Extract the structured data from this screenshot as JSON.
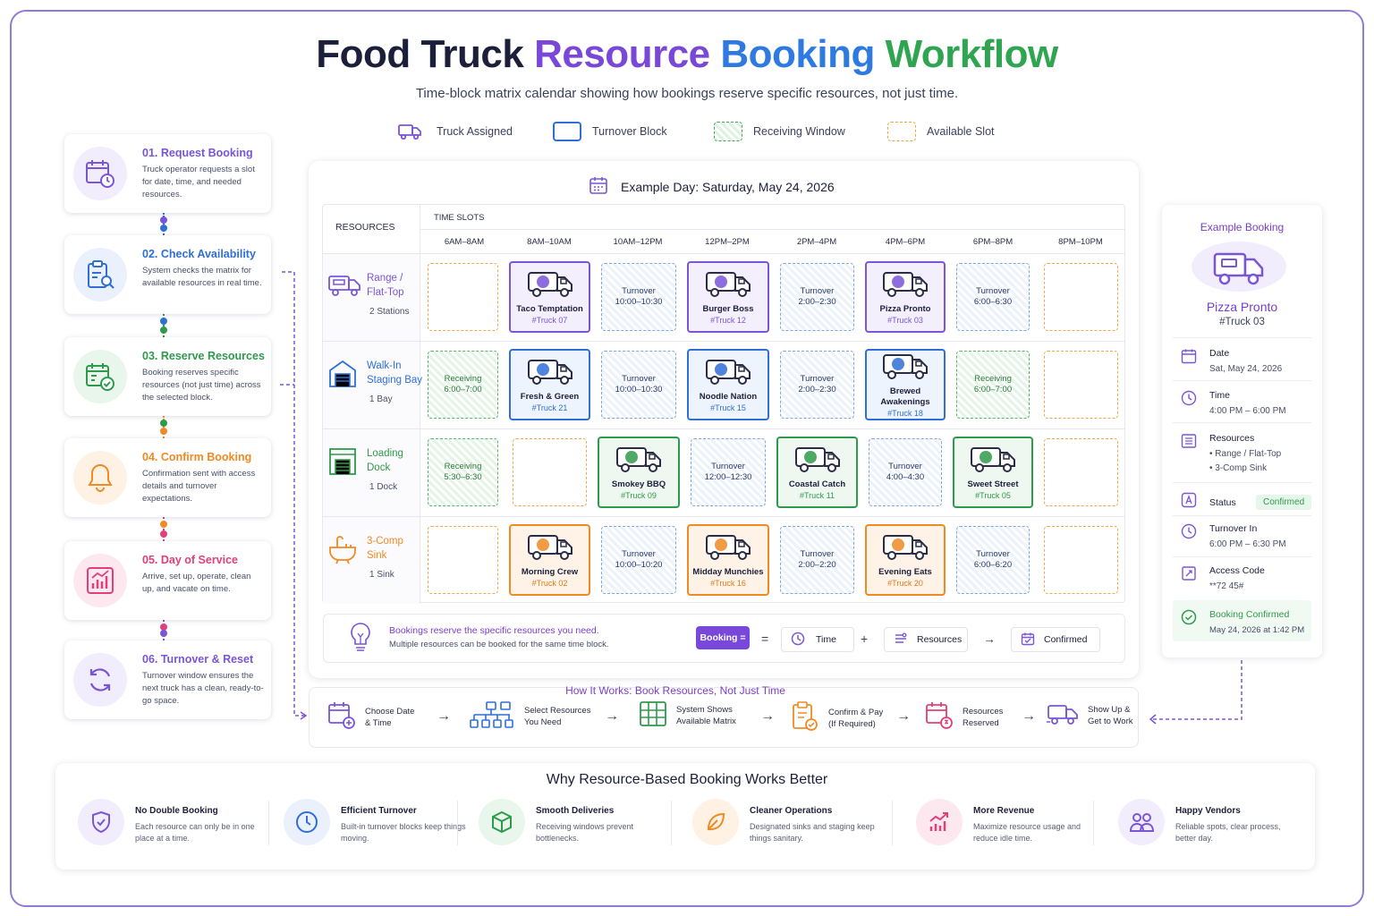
{
  "title": {
    "part1": "Food Truck ",
    "part2": "Resource ",
    "part3": "Booking ",
    "part4": "Workflow"
  },
  "subtitle": "Time-block matrix calendar showing how bookings reserve specific resources, not just time.",
  "colors": {
    "purple": "#7a55d8",
    "blue": "#2f6fd6",
    "green": "#2f9a4c",
    "orange": "#f08a24",
    "pink": "#e0407a"
  },
  "legend": {
    "truck": "Truck Assigned",
    "turnover": "Turnover Block",
    "receiving": "Receiving Window",
    "available": "Available Slot"
  },
  "steps": [
    {
      "title": "01. Request Booking",
      "desc": "Truck operator requests a slot for date, time, and needed resources.",
      "icon": "calendar-clock-icon"
    },
    {
      "title": "02. Check Availability",
      "desc": "System checks the matrix for available resources in real time.",
      "icon": "clipboard-search-icon"
    },
    {
      "title": "03. Reserve Resources",
      "desc": "Booking reserves specific resources (not just time) across the selected block.",
      "icon": "calendar-check-icon"
    },
    {
      "title": "04. Confirm Booking",
      "desc": "Confirmation sent with access details and turnover expectations.",
      "icon": "bell-icon"
    },
    {
      "title": "05. Day of Service",
      "desc": "Arrive, set up, operate, clean up, and vacate on time.",
      "icon": "chart-icon"
    },
    {
      "title": "06. Turnover & Reset",
      "desc": "Turnover window ensures the next truck has a clean, ready-to-go space.",
      "icon": "refresh-icon"
    }
  ],
  "example_day": "Example Day: Saturday, May 24, 2026",
  "matrix": {
    "resources_header": "RESOURCES",
    "slots_header": "TIME SLOTS",
    "slots": [
      "6AM–8AM",
      "8AM–10AM",
      "10AM–12PM",
      "12PM–2PM",
      "2PM–4PM",
      "4PM–6PM",
      "6PM–8PM",
      "8PM–10PM"
    ],
    "rows": [
      {
        "name": "Range /\nFlat-Top",
        "count": "2 Stations"
      },
      {
        "name": "Walk-In\nStaging Bay",
        "count": "1 Bay"
      },
      {
        "name": "Loading\nDock",
        "count": "1 Dock"
      },
      {
        "name": "3-Comp\nSink",
        "count": "1 Sink"
      }
    ],
    "cells": [
      [
        {
          "type": "avail"
        },
        {
          "type": "truck",
          "name": "Taco Temptation",
          "id": "#Truck 07",
          "color": "purple"
        },
        {
          "type": "turn",
          "label": "Turnover",
          "time": "10:00–10:30"
        },
        {
          "type": "truck",
          "name": "Burger Boss",
          "id": "#Truck 12",
          "color": "purple"
        },
        {
          "type": "turn",
          "label": "Turnover",
          "time": "2:00–2:30"
        },
        {
          "type": "truck",
          "name": "Pizza Pronto",
          "id": "#Truck 03",
          "color": "purple"
        },
        {
          "type": "turn",
          "label": "Turnover",
          "time": "6:00–6:30"
        },
        {
          "type": "avail"
        }
      ],
      [
        {
          "type": "recv",
          "label": "Receiving",
          "time": "6:00–7:00"
        },
        {
          "type": "truck",
          "name": "Fresh & Green",
          "id": "#Truck 21",
          "color": "blue"
        },
        {
          "type": "turn",
          "label": "Turnover",
          "time": "10:00–10:30"
        },
        {
          "type": "truck",
          "name": "Noodle Nation",
          "id": "#Truck 15",
          "color": "blue"
        },
        {
          "type": "turn",
          "label": "Turnover",
          "time": "2:00–2:30"
        },
        {
          "type": "truck",
          "name": "Brewed Awakenings",
          "id": "#Truck 18",
          "color": "blue"
        },
        {
          "type": "recv",
          "label": "Receiving",
          "time": "6:00–7:00"
        },
        {
          "type": "avail"
        }
      ],
      [
        {
          "type": "recv",
          "label": "Receiving",
          "time": "5:30–6:30"
        },
        {
          "type": "avail"
        },
        {
          "type": "truck",
          "name": "Smokey BBQ",
          "id": "#Truck 09",
          "color": "green"
        },
        {
          "type": "turn",
          "label": "Turnover",
          "time": "12:00–12:30"
        },
        {
          "type": "truck",
          "name": "Coastal Catch",
          "id": "#Truck 11",
          "color": "green"
        },
        {
          "type": "turn",
          "label": "Turnover",
          "time": "4:00–4:30"
        },
        {
          "type": "truck",
          "name": "Sweet Street",
          "id": "#Truck 05",
          "color": "green"
        },
        {
          "type": "avail"
        }
      ],
      [
        {
          "type": "avail"
        },
        {
          "type": "truck",
          "name": "Morning Crew",
          "id": "#Truck 02",
          "color": "orange"
        },
        {
          "type": "turn",
          "label": "Turnover",
          "time": "10:00–10:20"
        },
        {
          "type": "truck",
          "name": "Midday Munchies",
          "id": "#Truck 16",
          "color": "orange"
        },
        {
          "type": "turn",
          "label": "Turnover",
          "time": "2:00–2:20"
        },
        {
          "type": "truck",
          "name": "Evening Eats",
          "id": "#Truck 20",
          "color": "orange"
        },
        {
          "type": "turn",
          "label": "Turnover",
          "time": "6:00–6:20"
        },
        {
          "type": "avail"
        }
      ]
    ]
  },
  "formula": {
    "line1": "Bookings reserve the specific resources you need.",
    "line2": "Multiple resources can be booked for the same time block.",
    "booking": "Booking =",
    "eq": "=",
    "time": "Time",
    "plus": "+",
    "resources": "Resources",
    "arrow": "→",
    "confirmed": "Confirmed"
  },
  "example_booking": {
    "heading": "Example Booking",
    "truck": "Pizza Pronto",
    "truck_id": "#Truck 03",
    "date_label": "Date",
    "date_value": "Sat, May 24, 2026",
    "time_label": "Time",
    "time_value": "4:00 PM – 6:00 PM",
    "resources_label": "Resources",
    "resource_1": "• Range / Flat-Top",
    "resource_2": "• 3-Comp Sink",
    "status_label": "Status",
    "status_value": "Confirmed",
    "turnover_label": "Turnover In",
    "turnover_value": "6:00 PM – 6:30 PM",
    "access_label": "Access Code",
    "access_value": "**72 45#",
    "confirmed_label": "Booking Confirmed",
    "confirmed_value": "May 24, 2026 at 1:42 PM"
  },
  "how": {
    "title": "How It Works: Book Resources, Not Just Time",
    "steps": [
      "Choose Date\n& Time",
      "Select Resources\nYou Need",
      "System Shows\nAvailable Matrix",
      "Confirm & Pay\n(If Required)",
      "Resources\nReserved",
      "Show Up &\nGet to Work"
    ]
  },
  "why": {
    "title": "Why Resource-Based Booking Works Better",
    "items": [
      {
        "title": "No Double Booking",
        "desc": "Each resource can only be in one place at a time."
      },
      {
        "title": "Efficient Turnover",
        "desc": "Built-in turnover blocks keep things moving."
      },
      {
        "title": "Smooth Deliveries",
        "desc": "Receiving windows prevent bottlenecks."
      },
      {
        "title": "Cleaner Operations",
        "desc": "Designated sinks and staging keep things sanitary."
      },
      {
        "title": "More Revenue",
        "desc": "Maximize resource usage and reduce idle time."
      },
      {
        "title": "Happy Vendors",
        "desc": "Reliable spots, clear process, better day."
      }
    ]
  }
}
